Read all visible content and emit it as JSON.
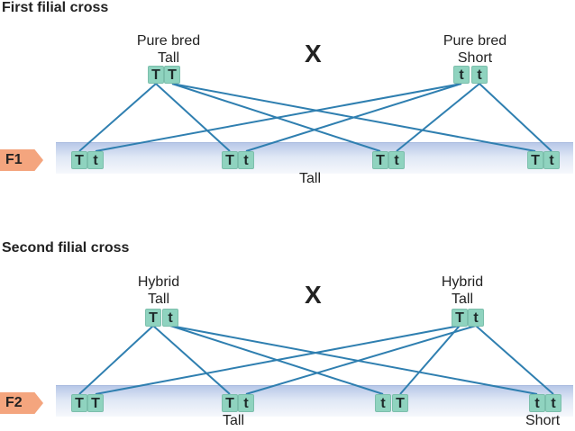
{
  "first_cross": {
    "title": "First filial cross",
    "parent_left": {
      "label_line1": "Pure bred",
      "label_line2": "Tall",
      "alleles": [
        "T",
        "T"
      ]
    },
    "cross_symbol": "X",
    "parent_right": {
      "label_line1": "Pure bred",
      "label_line2": "Short",
      "alleles": [
        "t",
        "t"
      ]
    },
    "generation_label": "F1",
    "offspring": [
      {
        "alleles": [
          "T",
          "t"
        ]
      },
      {
        "alleles": [
          "T",
          "t"
        ]
      },
      {
        "alleles": [
          "T",
          "t"
        ]
      },
      {
        "alleles": [
          "T",
          "t"
        ]
      }
    ],
    "phenotype_label": "Tall"
  },
  "second_cross": {
    "title": "Second filial cross",
    "parent_left": {
      "label_line1": "Hybrid",
      "label_line2": "Tall",
      "alleles": [
        "T",
        "t"
      ]
    },
    "cross_symbol": "X",
    "parent_right": {
      "label_line1": "Hybrid",
      "label_line2": "Tall",
      "alleles": [
        "T",
        "t"
      ]
    },
    "generation_label": "F2",
    "offspring": [
      {
        "alleles": [
          "T",
          "T"
        ]
      },
      {
        "alleles": [
          "T",
          "t"
        ]
      },
      {
        "alleles": [
          "t",
          "T"
        ]
      },
      {
        "alleles": [
          "t",
          "t"
        ]
      }
    ],
    "phenotype_tall": "Tall",
    "phenotype_short": "Short"
  },
  "colors": {
    "line": "#2f7fb0",
    "allele_box": "#8fd3bf",
    "generation_arrow": "#f4a57e",
    "band": "#c9d6ee"
  }
}
